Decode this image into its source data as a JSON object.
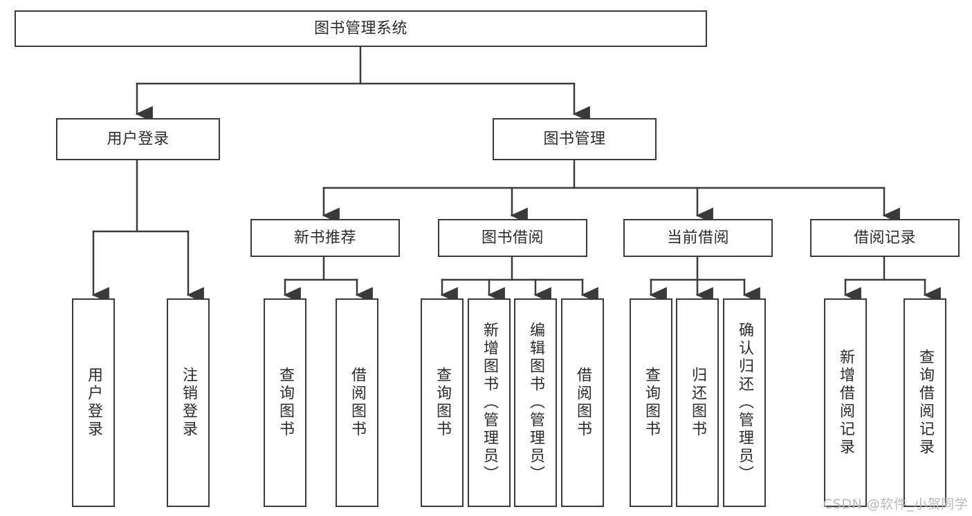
{
  "diagram": {
    "title": "图书管理系统",
    "type": "tree-hierarchy-diagram",
    "colors": {
      "background": "#ffffff",
      "box_border": "#3a3a3a",
      "text": "#2b2b2b",
      "edge": "#3a3a3a",
      "watermark": "#b9b9b9"
    },
    "nodes": {
      "root": {
        "label": "图书管理系统"
      },
      "level1": [
        {
          "label": "用户登录"
        },
        {
          "label": "图书管理"
        }
      ],
      "level2": [
        {
          "label": "新书推荐"
        },
        {
          "label": "图书借阅"
        },
        {
          "label": "当前借阅"
        },
        {
          "label": "借阅记录"
        }
      ],
      "leaves": {
        "user_login": [
          {
            "label": "用户登录"
          },
          {
            "label": "注销登录"
          }
        ],
        "new_book_rec": [
          {
            "label": "查询图书"
          },
          {
            "label": "借阅图书"
          }
        ],
        "book_borrow": [
          {
            "label": "查询图书"
          },
          {
            "label": "新增图书（管理员）"
          },
          {
            "label": "编辑图书（管理员）"
          },
          {
            "label": "借阅图书"
          }
        ],
        "current_borrow": [
          {
            "label": "查询图书"
          },
          {
            "label": "归还图书"
          },
          {
            "label": "确认归还（管理员）"
          }
        ],
        "borrow_record": [
          {
            "label": "新增借阅记录"
          },
          {
            "label": "查询借阅记录"
          }
        ]
      }
    },
    "watermark": "CSDN @软件_小贺同学"
  }
}
